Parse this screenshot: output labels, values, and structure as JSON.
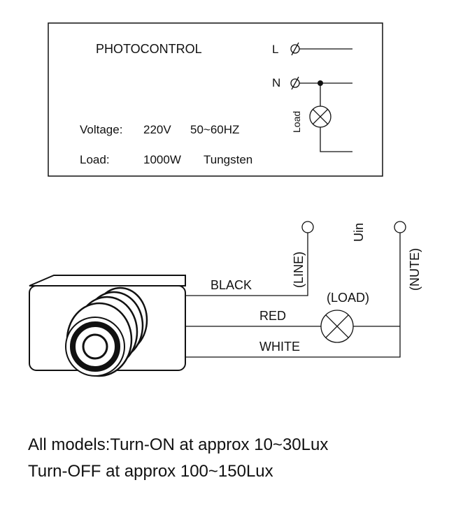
{
  "label_panel": {
    "title": "PHOTOCONTROL",
    "voltage_label": "Voltage:",
    "voltage_value": "220V",
    "frequency": "50~60HZ",
    "load_label": "Load:",
    "load_value": "1000W",
    "load_type": "Tungsten",
    "terminal_l": "L",
    "terminal_n": "N",
    "load_lamp_label": "Load"
  },
  "wiring": {
    "wire_black": "BLACK",
    "wire_red": "RED",
    "wire_white": "WHITE",
    "line_label": "(LINE)",
    "neutral_label": "(NUTE)",
    "load_label": "(LOAD)",
    "supply_label": "Uin"
  },
  "notes": {
    "line1": "All models:Turn-ON at approx 10~30Lux",
    "line2": "Turn-OFF at approx 100~150Lux"
  }
}
